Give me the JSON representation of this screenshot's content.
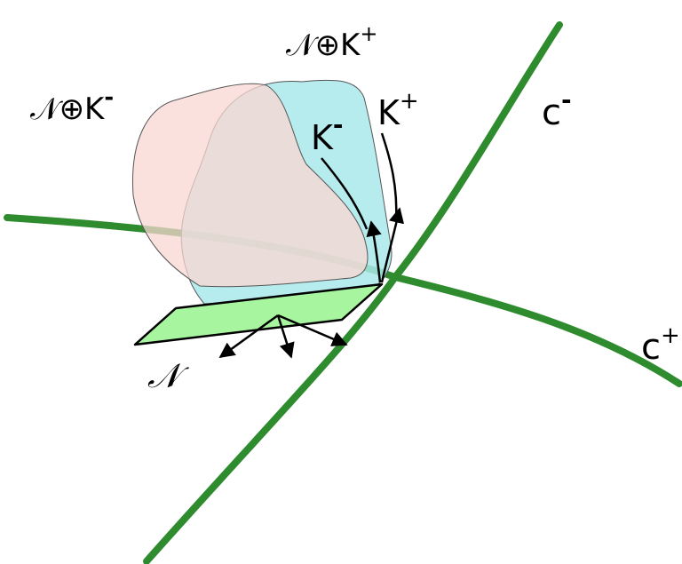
{
  "labels": {
    "n_oplus_k_plus": {
      "base": "𝒩⊕K",
      "sup": "+"
    },
    "n_oplus_k_minus": {
      "base": "𝒩⊕K",
      "sup": "-"
    },
    "k_minus": {
      "base": "K",
      "sup": "-"
    },
    "k_plus": {
      "base": "K",
      "sup": "+"
    },
    "c_minus": {
      "base": "c",
      "sup": "-"
    },
    "c_plus": {
      "base": "c",
      "sup": "+"
    },
    "n": "𝒩"
  },
  "colors": {
    "curve": "#2e8b2e",
    "plane_n": "#a8f5a0",
    "region_plus": "#a9e9ea",
    "region_minus": "#f9d7d2",
    "arrow": "#000000"
  }
}
